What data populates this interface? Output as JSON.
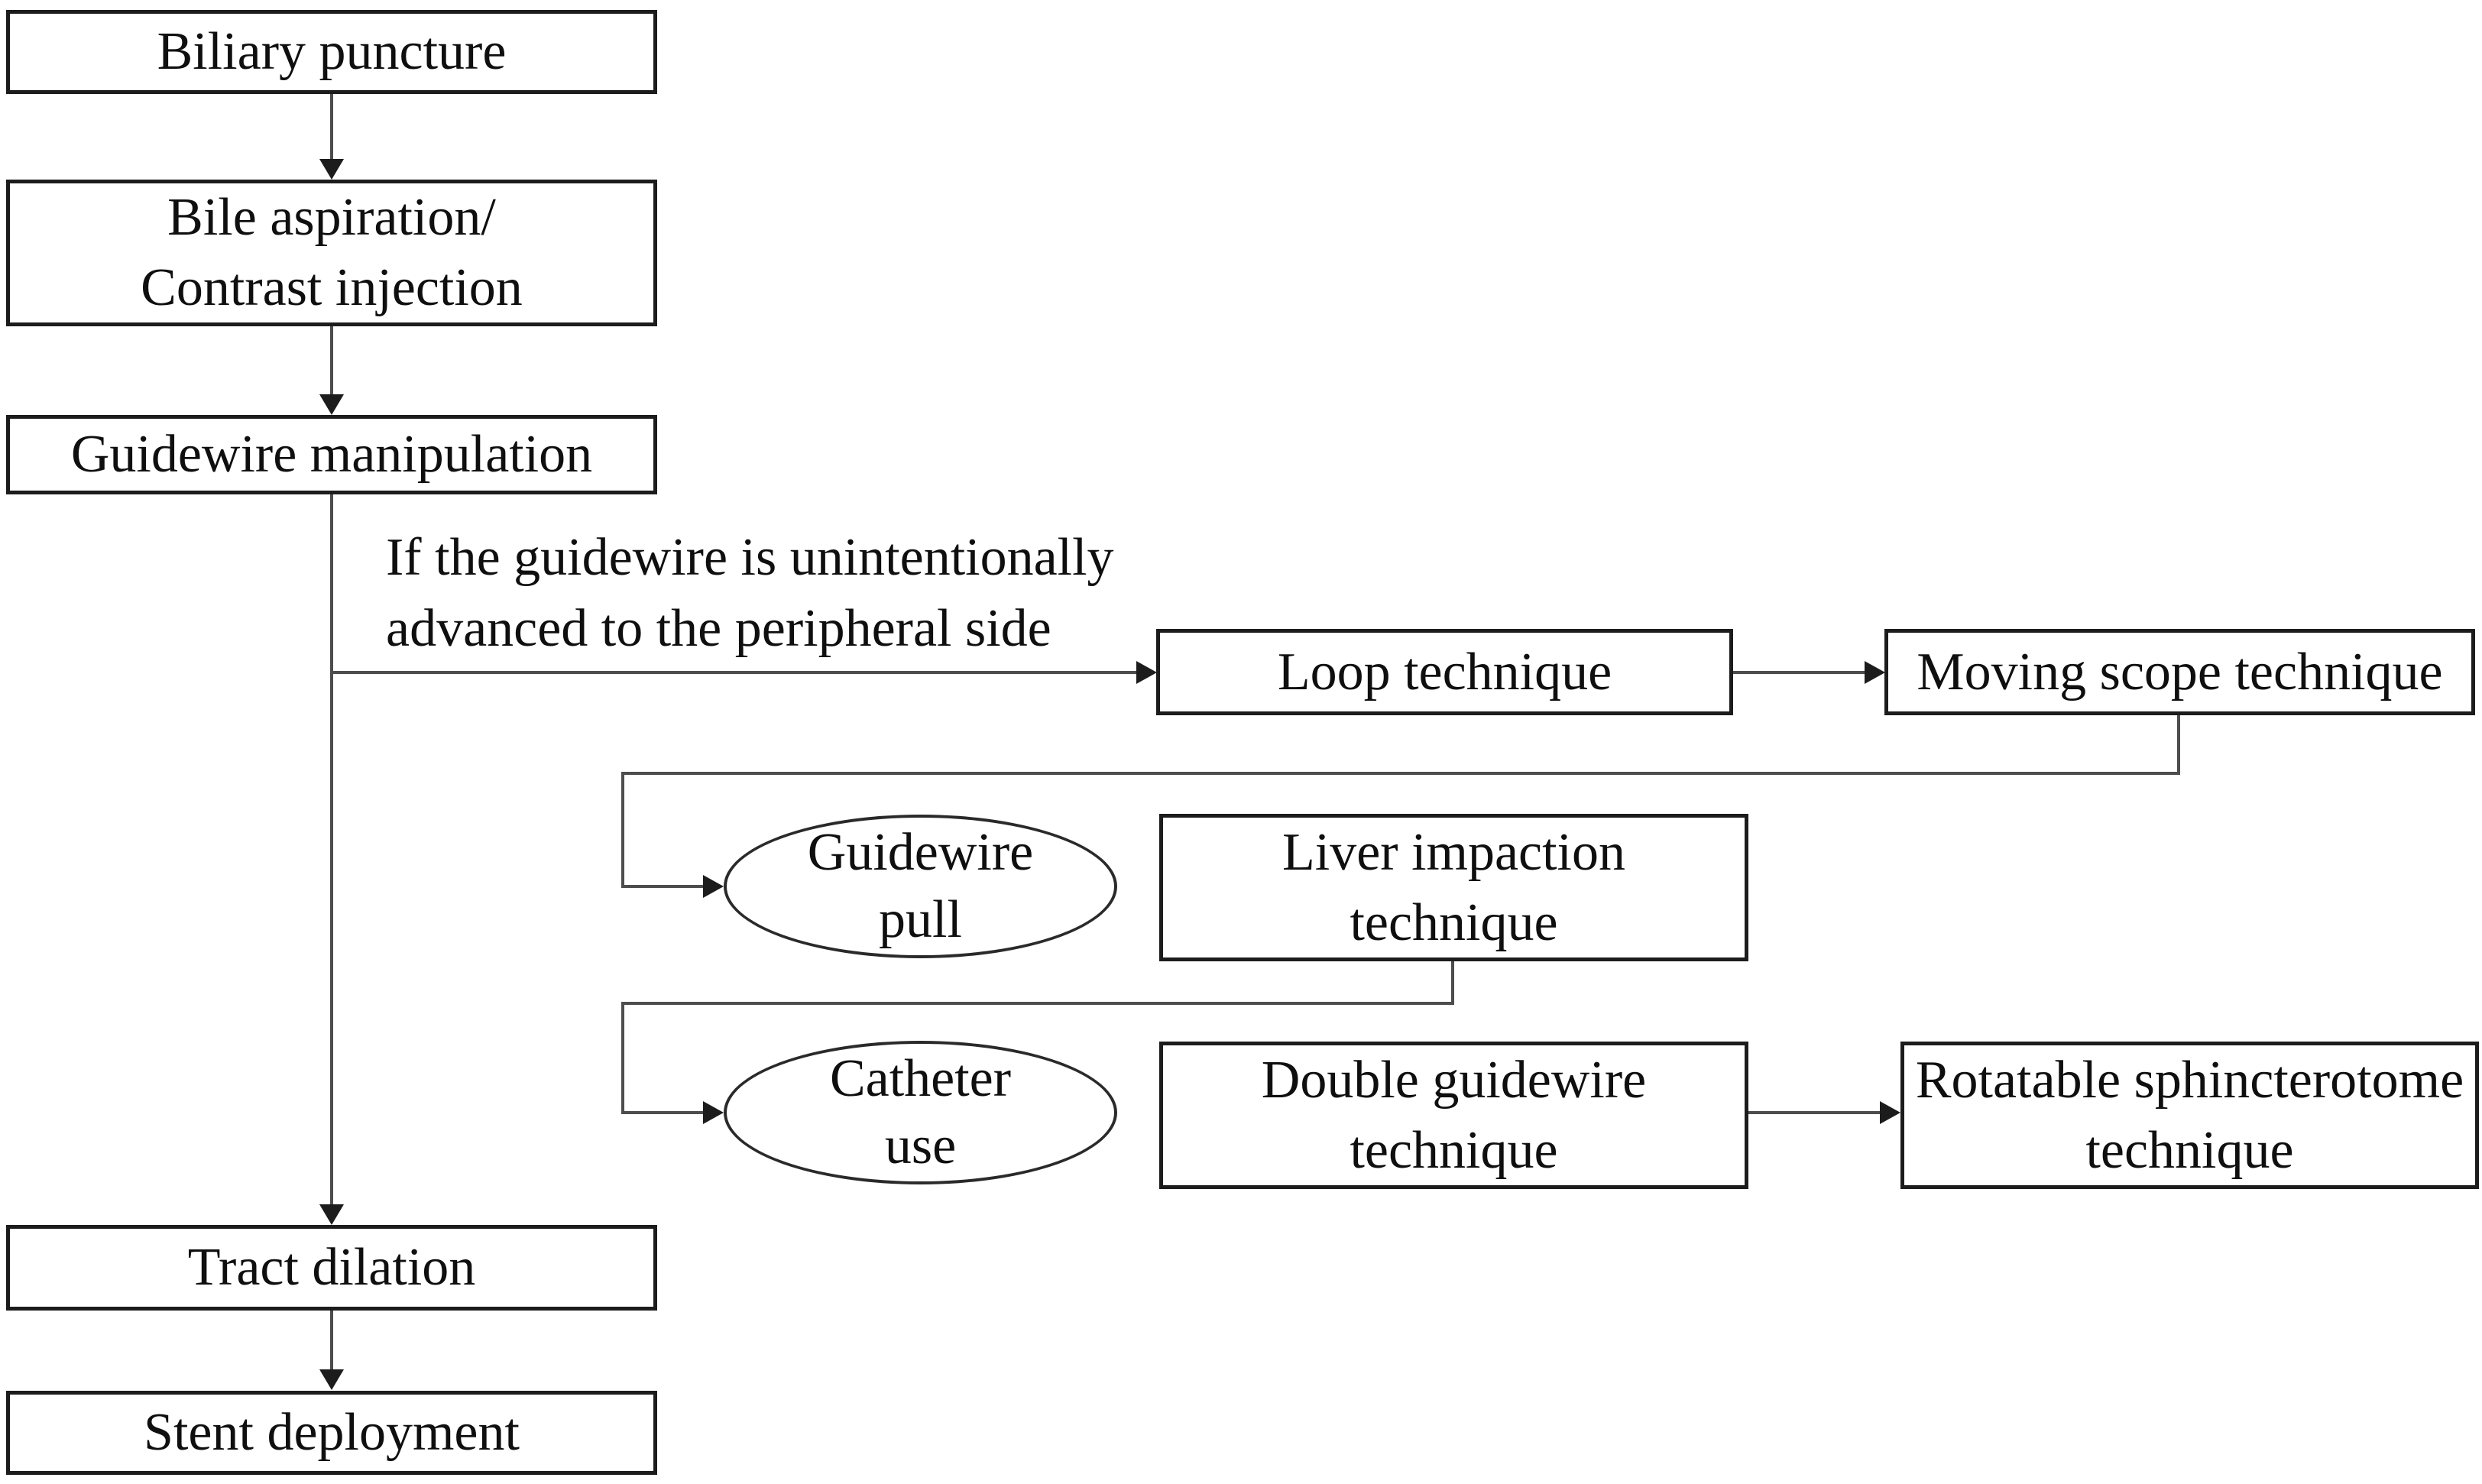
{
  "diagram": {
    "type": "flowchart",
    "background": "#ffffff",
    "colors": {
      "box_border": "#1c1c1c",
      "connector_line": "#4d4d4d",
      "text": "#0f0f0f"
    },
    "nodes": {
      "biliary_puncture": {
        "shape": "rect",
        "label": "Biliary puncture"
      },
      "bile_aspiration": {
        "shape": "rect",
        "line1": "Bile aspiration/",
        "line2": "Contrast injection"
      },
      "guidewire_manipulation": {
        "shape": "rect",
        "label": "Guidewire manipulation"
      },
      "loop_technique": {
        "shape": "rect",
        "label": "Loop technique"
      },
      "moving_scope_technique": {
        "shape": "rect",
        "label": "Moving scope technique"
      },
      "guidewire_pull": {
        "shape": "ellipse",
        "line1": "Guidewire",
        "line2": "pull"
      },
      "liver_impaction_technique": {
        "shape": "rect",
        "line1": "Liver impaction",
        "line2": "technique"
      },
      "catheter_use": {
        "shape": "ellipse",
        "line1": "Catheter",
        "line2": "use"
      },
      "double_guidewire_technique": {
        "shape": "rect",
        "line1": "Double guidewire",
        "line2": "technique"
      },
      "rotatable_sphincterotome_technique": {
        "shape": "rect",
        "line1": "Rotatable sphincterotome",
        "line2": "technique"
      },
      "tract_dilation": {
        "shape": "rect",
        "label": "Tract dilation"
      },
      "stent_deployment": {
        "shape": "rect",
        "label": "Stent deployment"
      }
    },
    "annotation": {
      "condition_line1": "If the guidewire is unintentionally",
      "condition_line2": "advanced to the peripheral side"
    },
    "edges": [
      {
        "from": "biliary_puncture",
        "to": "bile_aspiration",
        "arrow": true
      },
      {
        "from": "bile_aspiration",
        "to": "guidewire_manipulation",
        "arrow": true
      },
      {
        "from": "guidewire_manipulation",
        "to": "tract_dilation",
        "arrow": true
      },
      {
        "from": "guidewire_manipulation",
        "to": "loop_technique",
        "arrow": true,
        "label": "If the guidewire is unintentionally advanced to the peripheral side"
      },
      {
        "from": "loop_technique",
        "to": "moving_scope_technique",
        "arrow": true
      },
      {
        "from": "moving_scope_technique",
        "to": "guidewire_pull",
        "arrow": true
      },
      {
        "from": "liver_impaction_technique",
        "to": "catheter_use",
        "arrow": true
      },
      {
        "from": "double_guidewire_technique",
        "to": "rotatable_sphincterotome_technique",
        "arrow": true
      },
      {
        "from": "tract_dilation",
        "to": "stent_deployment",
        "arrow": true
      }
    ]
  }
}
